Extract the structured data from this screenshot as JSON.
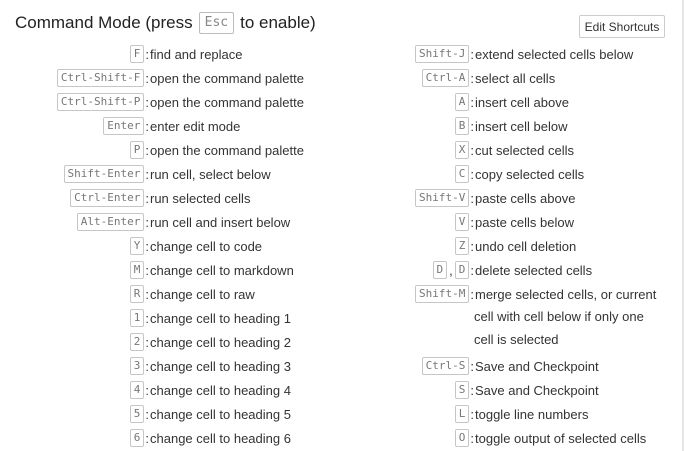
{
  "header": {
    "title_before": "Command Mode (press",
    "esc_key": "Esc",
    "title_after": "to enable)",
    "edit_shortcuts_label": "Edit Shortcuts"
  },
  "left_shortcuts": [
    {
      "keys": [
        "F"
      ],
      "desc": "find and replace"
    },
    {
      "keys": [
        "Ctrl-Shift-F"
      ],
      "desc": "open the command palette"
    },
    {
      "keys": [
        "Ctrl-Shift-P"
      ],
      "desc": "open the command palette"
    },
    {
      "keys": [
        "Enter"
      ],
      "desc": "enter edit mode"
    },
    {
      "keys": [
        "P"
      ],
      "desc": "open the command palette"
    },
    {
      "keys": [
        "Shift-Enter"
      ],
      "desc": "run cell, select below"
    },
    {
      "keys": [
        "Ctrl-Enter"
      ],
      "desc": "run selected cells"
    },
    {
      "keys": [
        "Alt-Enter"
      ],
      "desc": "run cell and insert below"
    },
    {
      "keys": [
        "Y"
      ],
      "desc": "change cell to code"
    },
    {
      "keys": [
        "M"
      ],
      "desc": "change cell to markdown"
    },
    {
      "keys": [
        "R"
      ],
      "desc": "change cell to raw"
    },
    {
      "keys": [
        "1"
      ],
      "desc": "change cell to heading 1"
    },
    {
      "keys": [
        "2"
      ],
      "desc": "change cell to heading 2"
    },
    {
      "keys": [
        "3"
      ],
      "desc": "change cell to heading 3"
    },
    {
      "keys": [
        "4"
      ],
      "desc": "change cell to heading 4"
    },
    {
      "keys": [
        "5"
      ],
      "desc": "change cell to heading 5"
    },
    {
      "keys": [
        "6"
      ],
      "desc": "change cell to heading 6"
    }
  ],
  "right_shortcuts": [
    {
      "keys": [
        "Shift-J"
      ],
      "desc": "extend selected cells below"
    },
    {
      "keys": [
        "Ctrl-A"
      ],
      "desc": "select all cells"
    },
    {
      "keys": [
        "A"
      ],
      "desc": "insert cell above"
    },
    {
      "keys": [
        "B"
      ],
      "desc": "insert cell below"
    },
    {
      "keys": [
        "X"
      ],
      "desc": "cut selected cells"
    },
    {
      "keys": [
        "C"
      ],
      "desc": "copy selected cells"
    },
    {
      "keys": [
        "Shift-V"
      ],
      "desc": "paste cells above"
    },
    {
      "keys": [
        "V"
      ],
      "desc": "paste cells below"
    },
    {
      "keys": [
        "Z"
      ],
      "desc": "undo cell deletion"
    },
    {
      "keys": [
        "D",
        "D"
      ],
      "separator": ",",
      "desc": "delete selected cells"
    },
    {
      "keys": [
        "Shift-M"
      ],
      "desc": "merge selected cells, or current",
      "continuation": [
        "cell with cell below if only one",
        "cell is selected"
      ]
    },
    {
      "keys": [
        "Ctrl-S"
      ],
      "desc": "Save and Checkpoint"
    },
    {
      "keys": [
        "S"
      ],
      "desc": "Save and Checkpoint"
    },
    {
      "keys": [
        "L"
      ],
      "desc": "toggle line numbers"
    },
    {
      "keys": [
        "O"
      ],
      "desc": "toggle output of selected cells"
    }
  ]
}
